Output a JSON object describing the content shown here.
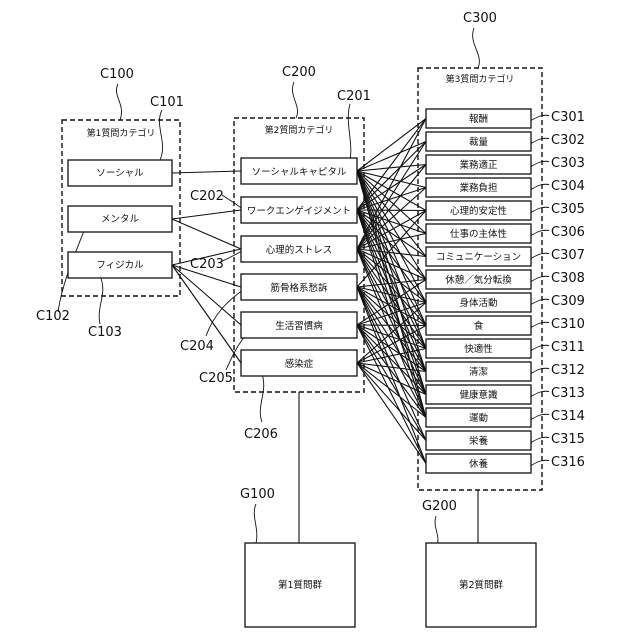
{
  "groups": {
    "c100": {
      "ref": "C100",
      "title": "第1質問カテゴリ",
      "items": [
        {
          "ref": "C101",
          "label": "ソーシャル"
        },
        {
          "ref": "C102",
          "label": "メンタル"
        },
        {
          "ref": "C103",
          "label": "フィジカル"
        }
      ]
    },
    "c200": {
      "ref": "C200",
      "title": "第2質問カテゴリ",
      "items": [
        {
          "ref": "C201",
          "label": "ソーシャルキャピタル"
        },
        {
          "ref": "C202",
          "label": "ワークエンゲイジメント"
        },
        {
          "ref": "C203",
          "label": "心理的ストレス"
        },
        {
          "ref": "C204",
          "label": "筋骨格系愁訴"
        },
        {
          "ref": "C205",
          "label": "生活習慣病"
        },
        {
          "ref": "C206",
          "label": "感染症"
        }
      ]
    },
    "c300": {
      "ref": "C300",
      "title": "第3質問カテゴリ",
      "items": [
        {
          "ref": "C301",
          "label": "報酬"
        },
        {
          "ref": "C302",
          "label": "裁量"
        },
        {
          "ref": "C303",
          "label": "業務適正"
        },
        {
          "ref": "C304",
          "label": "業務負担"
        },
        {
          "ref": "C305",
          "label": "心理的安定性"
        },
        {
          "ref": "C306",
          "label": "仕事の主体性"
        },
        {
          "ref": "C307",
          "label": "コミュニケーション"
        },
        {
          "ref": "C308",
          "label": "休憩／気分転換"
        },
        {
          "ref": "C309",
          "label": "身体活動"
        },
        {
          "ref": "C310",
          "label": "食"
        },
        {
          "ref": "C311",
          "label": "快適性"
        },
        {
          "ref": "C312",
          "label": "清潔"
        },
        {
          "ref": "C313",
          "label": "健康意識"
        },
        {
          "ref": "C314",
          "label": "運動"
        },
        {
          "ref": "C315",
          "label": "栄養"
        },
        {
          "ref": "C316",
          "label": "休養"
        }
      ]
    }
  },
  "question_groups": [
    {
      "ref": "G100",
      "label": "第1質問群"
    },
    {
      "ref": "G200",
      "label": "第2質問群"
    }
  ],
  "links": {
    "first_to_second": [
      [
        0,
        0
      ],
      [
        1,
        1
      ],
      [
        1,
        2
      ],
      [
        2,
        2
      ],
      [
        2,
        3
      ],
      [
        2,
        4
      ],
      [
        2,
        5
      ]
    ],
    "second_to_third": [
      [
        0,
        [
          0,
          1,
          2,
          3,
          4,
          5,
          6,
          7,
          8,
          9,
          10,
          11,
          12,
          13
        ]
      ],
      [
        1,
        [
          0,
          1,
          2,
          3,
          4,
          5,
          6,
          7,
          8,
          9,
          10,
          11,
          12,
          13
        ]
      ],
      [
        2,
        [
          0,
          1,
          2,
          3,
          4,
          5,
          6,
          7,
          8,
          9,
          10,
          11,
          12,
          13
        ]
      ],
      [
        3,
        [
          4,
          7,
          8,
          9,
          10,
          11,
          12,
          13,
          14,
          15
        ]
      ],
      [
        4,
        [
          7,
          8,
          9,
          10,
          11,
          12,
          13,
          14,
          15
        ]
      ],
      [
        5,
        [
          8,
          9,
          10,
          11,
          12,
          13,
          14,
          15
        ]
      ]
    ]
  }
}
